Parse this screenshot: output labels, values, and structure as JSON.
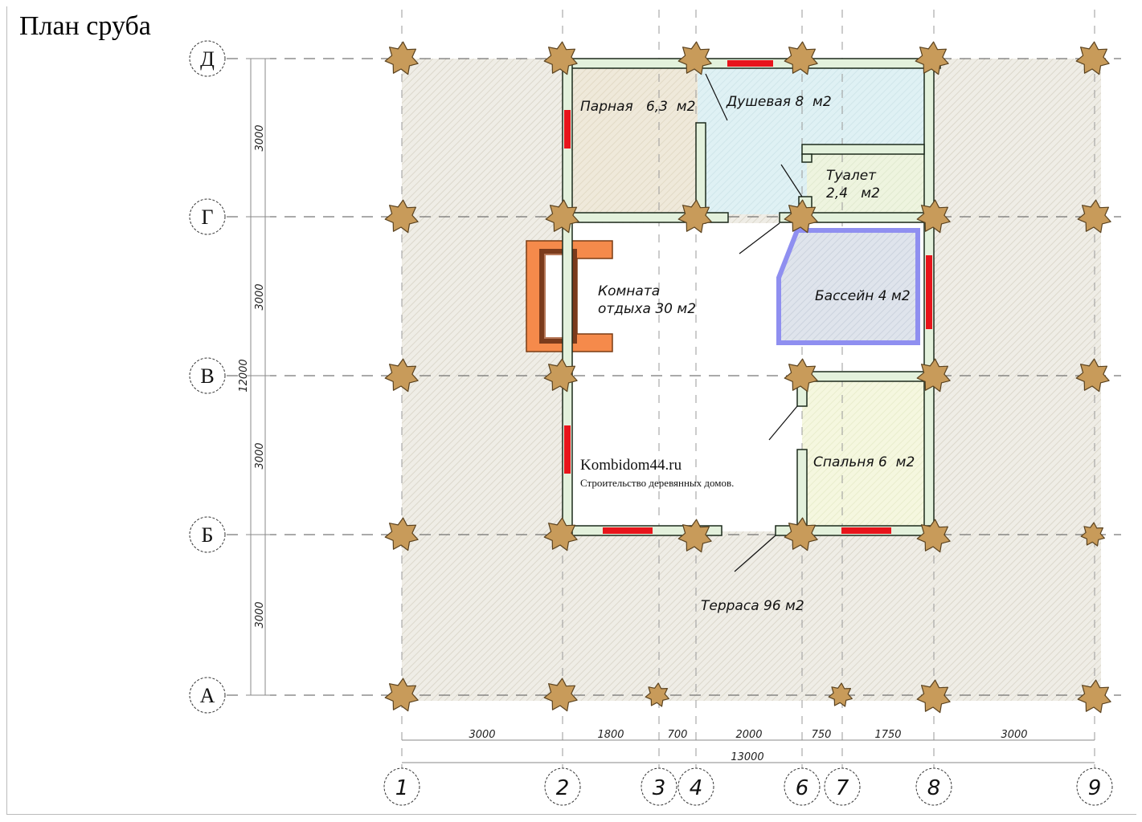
{
  "title": "План сруба",
  "axes": {
    "rows": [
      "Д",
      "Г",
      "В",
      "Б",
      "А"
    ],
    "columns": [
      "1",
      "2",
      "3",
      "4",
      "6",
      "7",
      "8",
      "9"
    ]
  },
  "dimensions": {
    "bottom": [
      "3000",
      "1800",
      "700",
      "2000",
      "750",
      "1750",
      "3000"
    ],
    "bottom_total": "13000",
    "left": [
      "3000",
      "3000",
      "3000",
      "3000"
    ],
    "left_total": "12000"
  },
  "rooms": {
    "parnaya": "Парная   6,3  м2",
    "dushevaya": "Душевая 8  м2",
    "tualet_name": "Туалет",
    "tualet_area": "2,4   м2",
    "komnata_1": "Комната",
    "komnata_2": "отдыха 30 м2",
    "bassein": "Бассейн 4 м2",
    "spalnya": "Спальня 6  м2",
    "terrasa": "Терраса 96 м2"
  },
  "watermark": {
    "site": "Kombidom44.ru",
    "tagline": "Строительство деревянных домов."
  },
  "colors": {
    "wall": "#e3f1dc",
    "window": "#e8141b",
    "log": "#c89b5a",
    "stove": "#f58a4b",
    "pool_border": "#8f8ff0"
  }
}
